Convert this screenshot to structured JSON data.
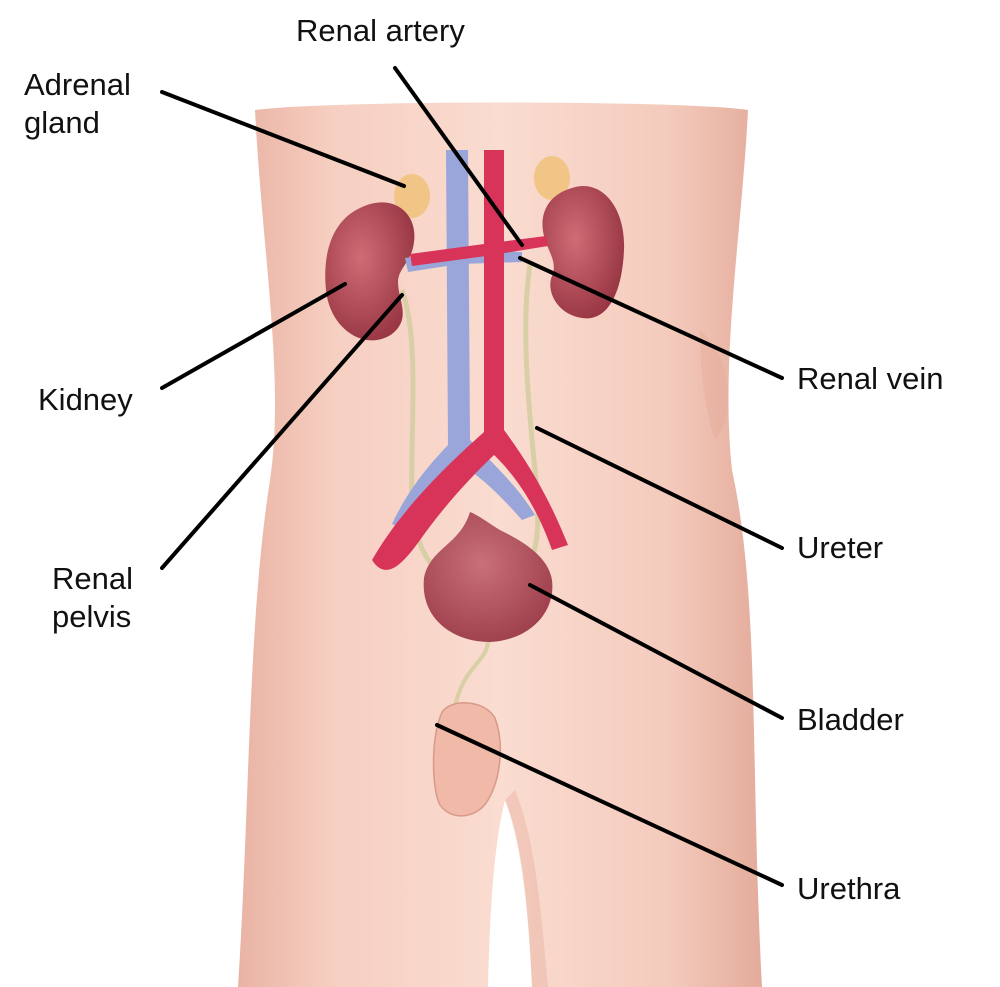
{
  "labels": {
    "renal_artery": "Renal artery",
    "adrenal_gland_line1": "Adrenal",
    "adrenal_gland_line2": "gland",
    "kidney": "Kidney",
    "renal_pelvis_line1": "Renal",
    "renal_pelvis_line2": "pelvis",
    "renal_vein": "Renal vein",
    "ureter": "Ureter",
    "bladder": "Bladder",
    "urethra": "Urethra"
  },
  "colors": {
    "skin": "#f7d2c4",
    "skin_shadow": "#e9b2a2",
    "kidney": "#b24d5a",
    "adrenal": "#f0c586",
    "aorta": "#d8345a",
    "vena_cava": "#9aa6d9",
    "ureter": "#d8cfa6",
    "bladder": "#b5545e",
    "leader_line": "#000000"
  }
}
